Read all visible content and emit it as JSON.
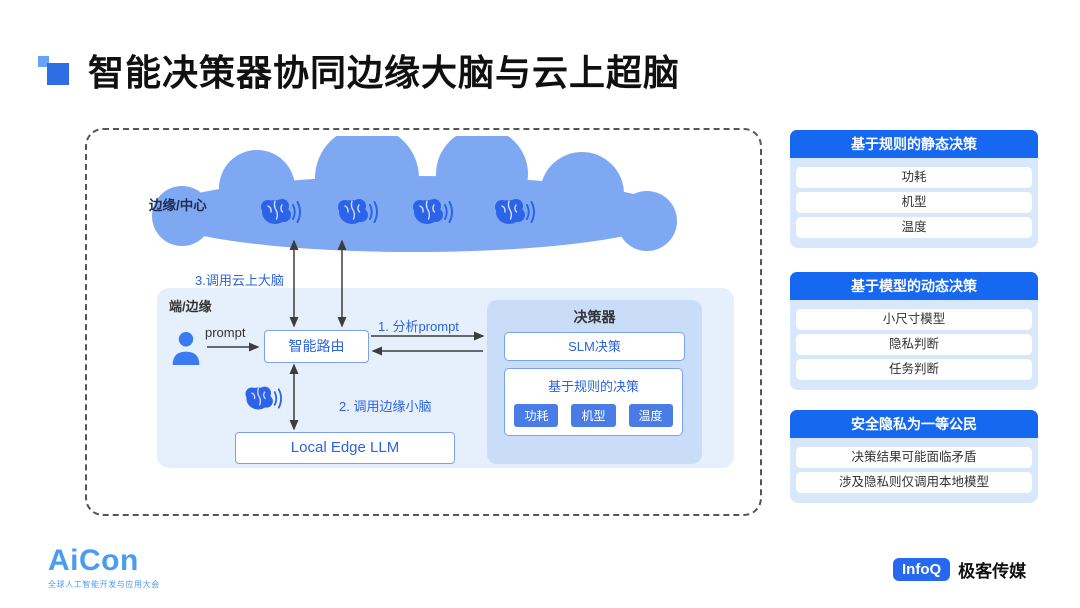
{
  "title": "智能决策器协同边缘大脑与云上超脑",
  "diagram": {
    "cloud_label": "边缘/中心",
    "arrow_cloud_label": "3.调用云上大脑",
    "edge_zone_label": "端/边缘",
    "prompt_label": "prompt",
    "router_label": "智能路由",
    "arrow_analyze_label": "1. 分析prompt",
    "arrow_edge_label": "2. 调用边缘小脑",
    "decision": {
      "title": "决策器",
      "slm_label": "SLM决策",
      "rule_title": "基于规则的决策",
      "rule_buttons": [
        "功耗",
        "机型",
        "温度"
      ]
    },
    "local_llm_label": "Local Edge LLM"
  },
  "panels": [
    {
      "title": "基于规则的静态决策",
      "items": [
        "功耗",
        "机型",
        "温度"
      ]
    },
    {
      "title": "基于模型的动态决策",
      "items": [
        "小尺寸模型",
        "隐私判断",
        "任务判断"
      ]
    },
    {
      "title": "安全隐私为一等公民",
      "items": [
        "决策结果可能面临矛盾",
        "涉及隐私则仅调用本地模型"
      ]
    }
  ],
  "footer": {
    "aicon": "AiCon",
    "aicon_sub": "全球人工智能开发与应用大会",
    "infoq": "InfoQ",
    "infoq_partner": "极客传媒"
  },
  "colors": {
    "accent": "#2e6de4",
    "cloud": "#7fa8f2",
    "panel_header": "#1668f0",
    "panel_body": "#d9e7fb",
    "label_blue": "#2b63e0"
  }
}
